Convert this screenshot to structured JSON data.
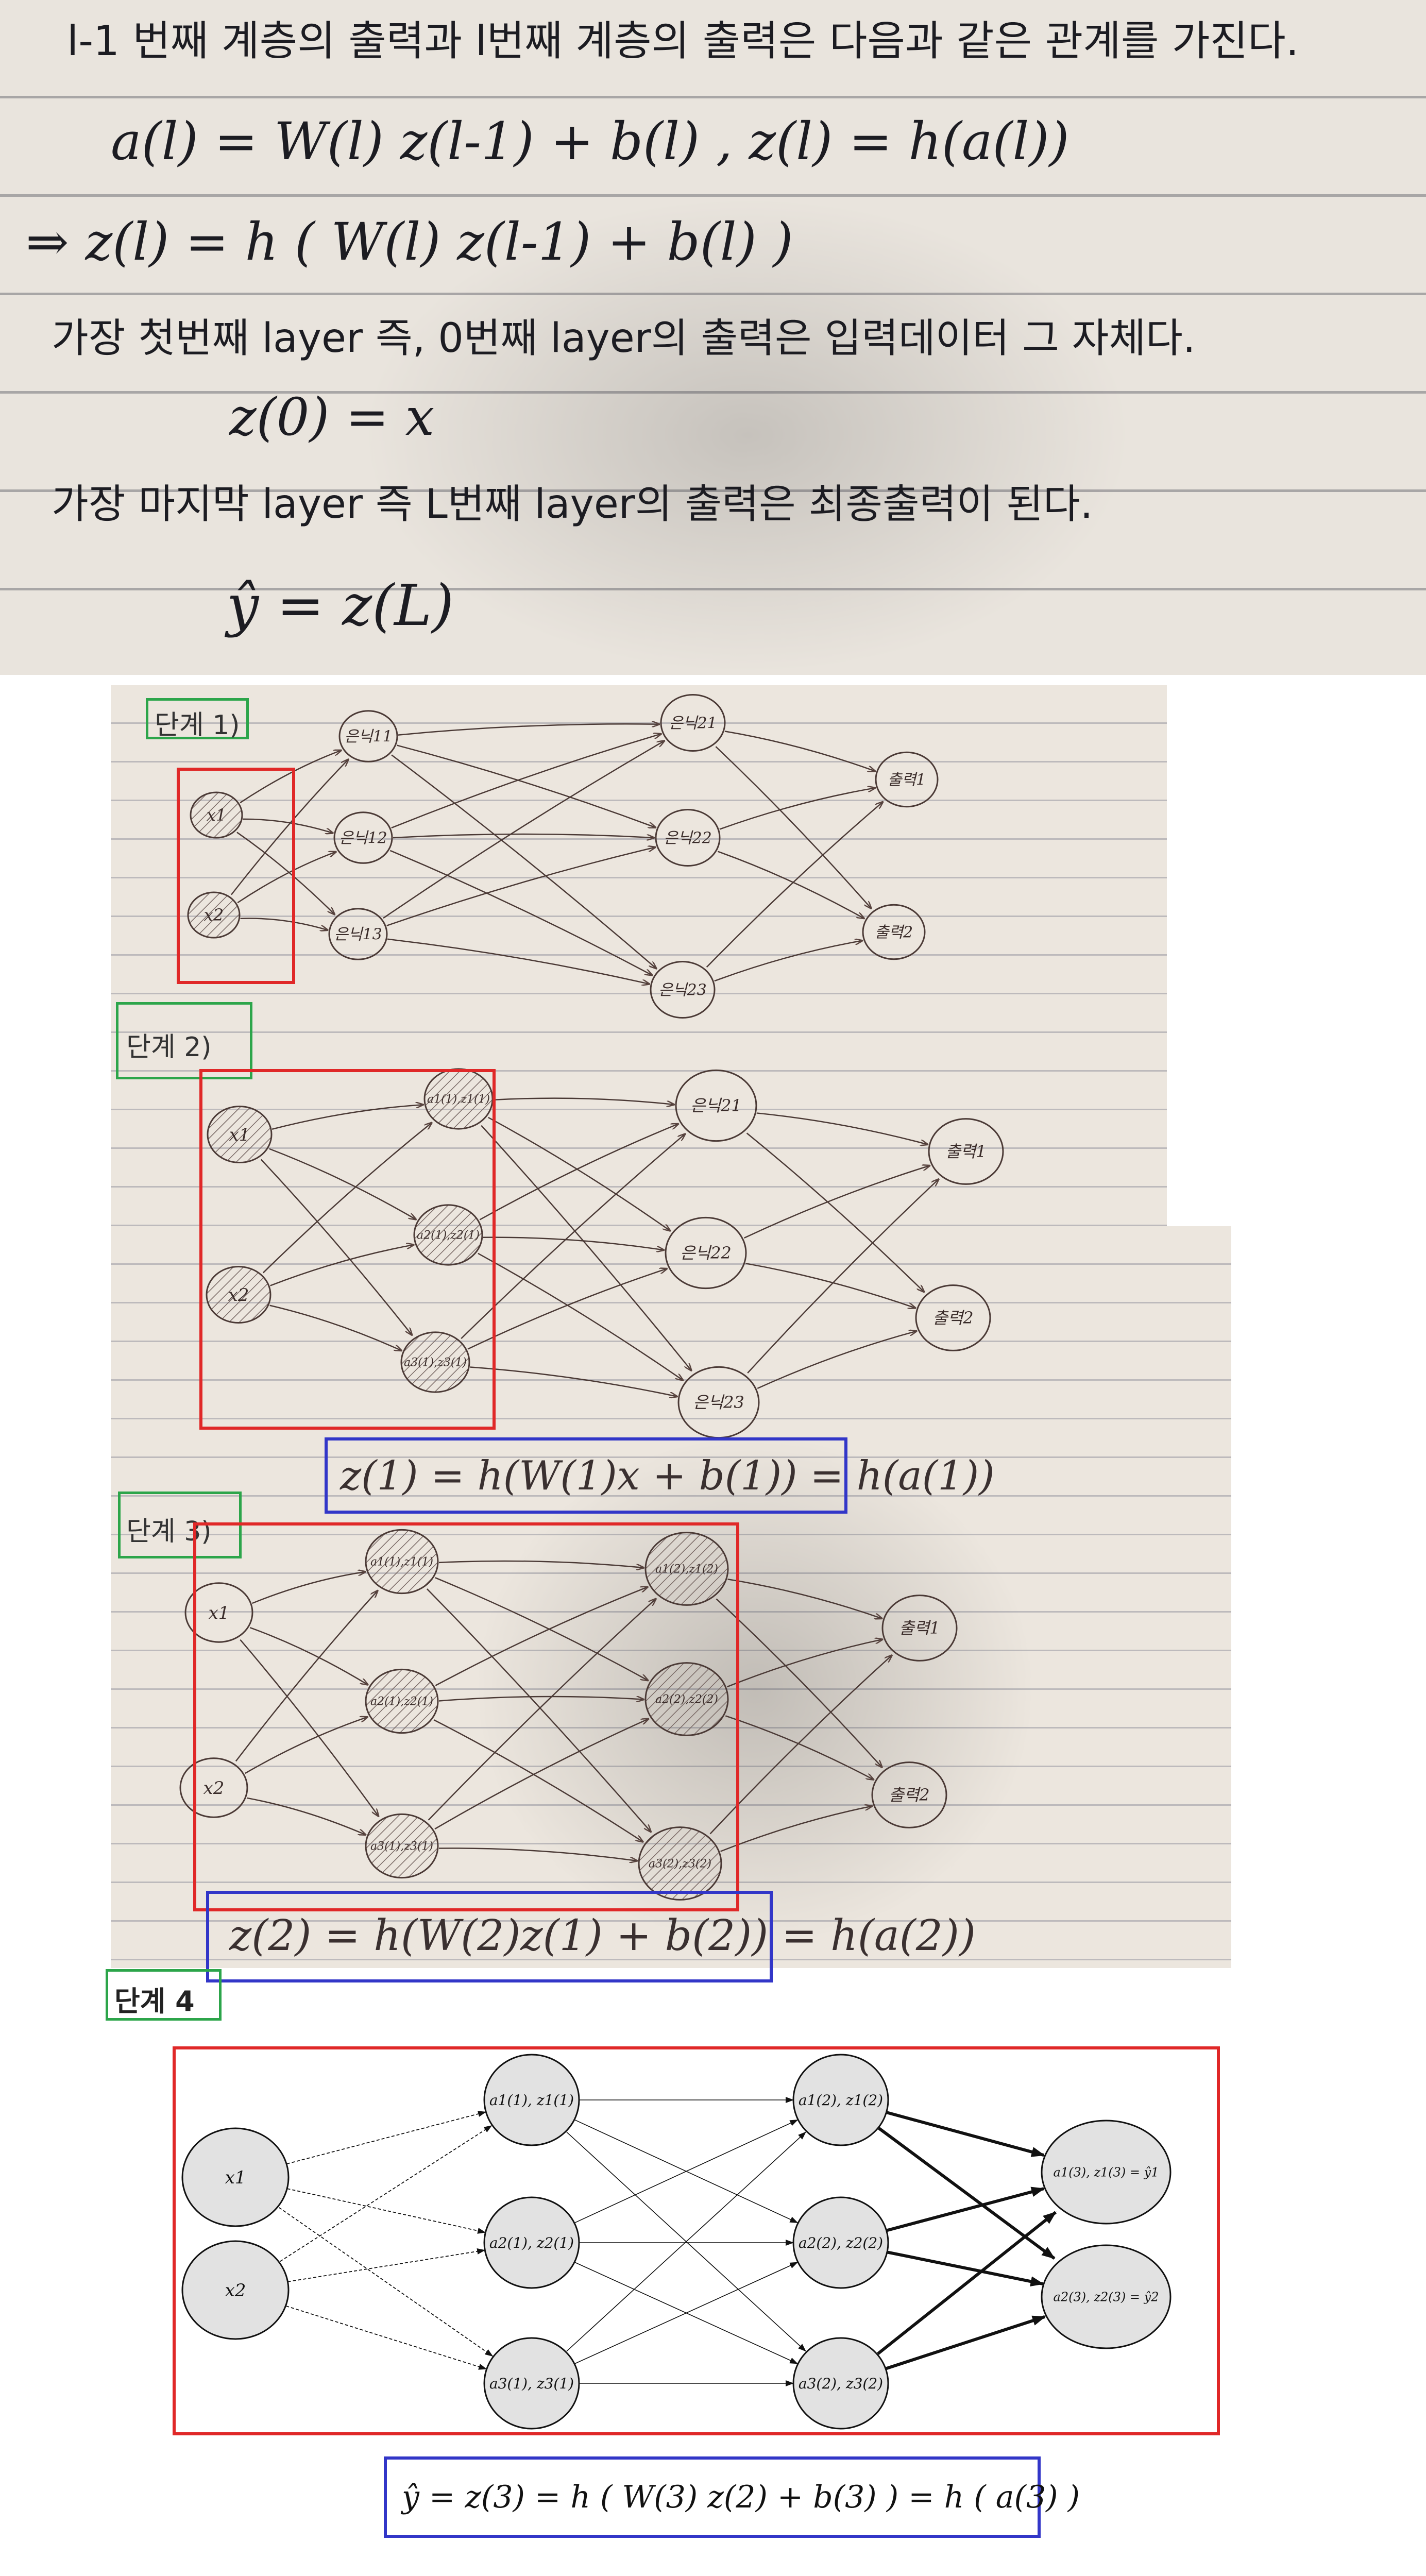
{
  "notes": {
    "line1": "l-1 번째 계층의 출력과 l번째 계층의 출력은 다음과 같은 관계를 가진다.",
    "line2": "a(l) = W(l) z(l-1) + b(l) ,  z(l) = h(a(l))",
    "line3": "⇒ z(l) = h ( W(l) z(l-1) + b(l) )",
    "line4": "가장 첫번째 layer 즉, 0번째 layer의 출력은 입력데이터 그 자체다.",
    "line5": "z(0) = x",
    "line6": "가장 마지막 layer 즉 L번째 layer의 출력은 최종출력이 된다.",
    "line7": "ŷ = z(L)"
  },
  "steps": {
    "step1": "단계 1)",
    "step2": "단계 2)",
    "step3": "단계 3)",
    "step4": "단계 4"
  },
  "sketch": {
    "inputs": [
      "x1",
      "x2"
    ],
    "hidden1": [
      "은닉11",
      "은닉12",
      "은닉13"
    ],
    "hidden2": [
      "은닉21",
      "은닉22",
      "은닉23"
    ],
    "outputs": [
      "출력1",
      "출력2"
    ],
    "step2_hidden1": [
      "a1(1),z1(1)",
      "a2(1),z2(1)",
      "a3(1),z3(1)"
    ],
    "step3_hidden2": [
      "a1(2),z1(2)",
      "a2(2),z2(2)",
      "a3(2),z3(2)"
    ]
  },
  "formulas": {
    "step2": "z(1) = h(W(1)x + b(1)) = h(a(1))",
    "step3": "z(2) = h(W(2)z(1) + b(2)) = h(a(2))",
    "final": "ŷ = z(3) = h ( W(3) z(2) + b(3) ) = h ( a(3) )"
  },
  "final_diagram": {
    "inputs": [
      "x1",
      "x2"
    ],
    "layer1": [
      "a1(1), z1(1)",
      "a2(1), z2(1)",
      "a3(1), z3(1)"
    ],
    "layer2": [
      "a1(2), z1(2)",
      "a2(2), z2(2)",
      "a3(2), z3(2)"
    ],
    "outputs": [
      "a1(3), z1(3) = ŷ1",
      "a2(3), z2(3) = ŷ2"
    ]
  }
}
